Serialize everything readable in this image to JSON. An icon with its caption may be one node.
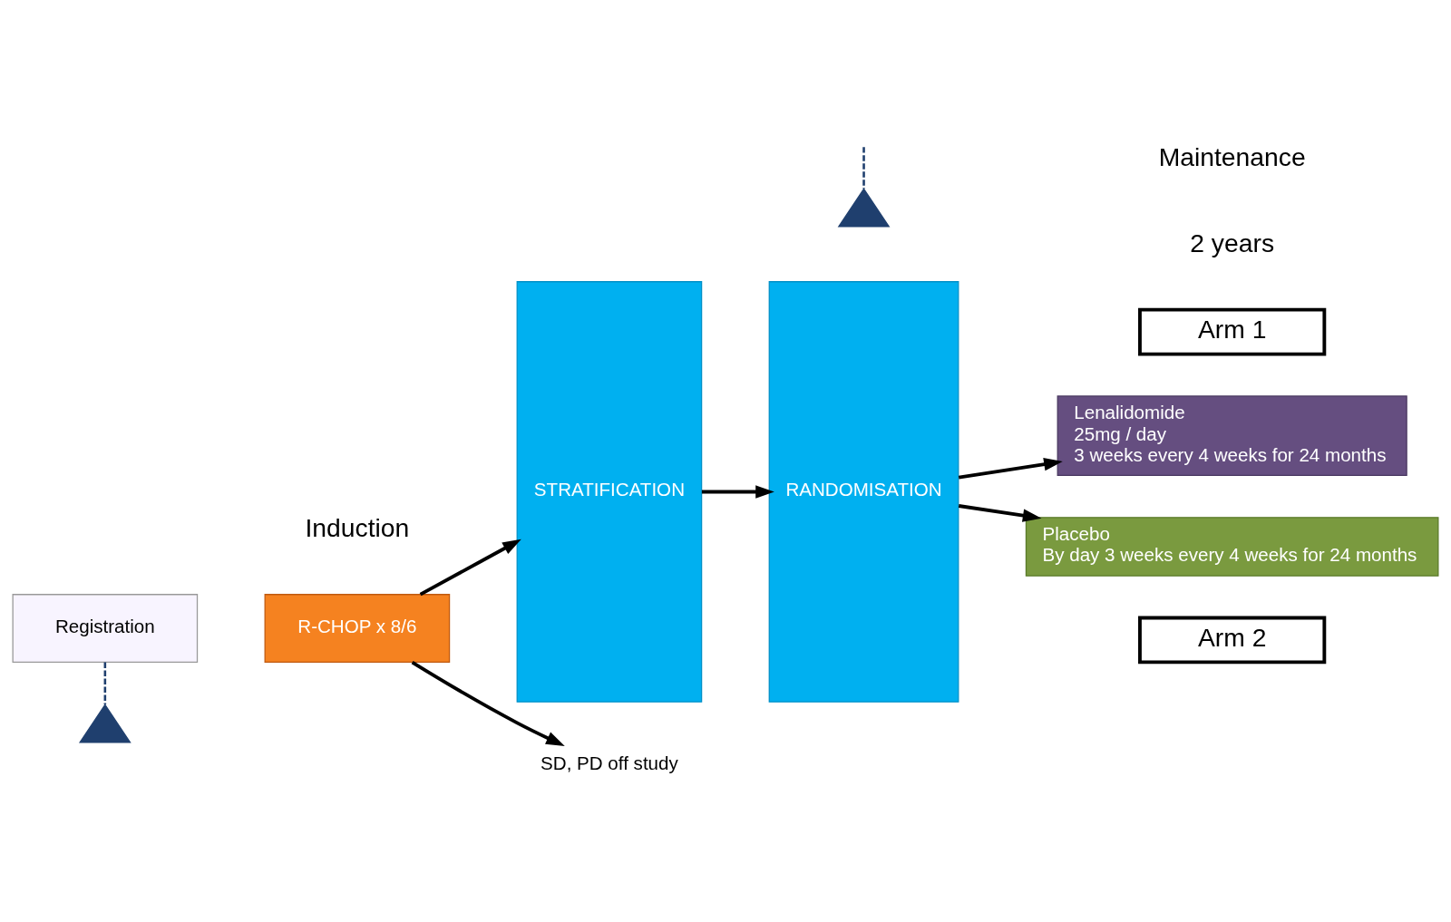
{
  "diagram": {
    "nodes": [
      {
        "text": [
          "Registration"
        ]
      },
      {
        "text": [
          "R-CHOP x 8/6"
        ]
      },
      {
        "text": [
          "STRATIFICATION"
        ]
      },
      {
        "text": [
          "SD, PD off study"
        ]
      },
      {
        "text": [
          "RANDOMISATION"
        ]
      },
      {
        "text": [
          "Arm 1"
        ]
      },
      {
        "text": [
          "Lenalidomide",
          "25mg / day",
          "3 weeks every 4 weeks for 24 months"
        ]
      },
      {
        "text": [
          "Placebo",
          "By day 3 weeks every 4 weeks for 24 months"
        ]
      },
      {
        "text": [
          "Arm 2"
        ]
      },
      {
        "text": [],
        "shape": "triangle"
      },
      {
        "text": [],
        "shape": "triangle"
      }
    ],
    "edges": [
      {
        "from": 1,
        "to": 2,
        "arrow": "to"
      },
      {
        "from": 1,
        "to": 3,
        "arrow": "to"
      },
      {
        "from": 2,
        "to": 4,
        "arrow": "to"
      },
      {
        "from": 4,
        "to": 6,
        "arrow": "to"
      },
      {
        "from": 4,
        "to": 7,
        "arrow": "to"
      },
      {
        "from": 0,
        "to": 9,
        "arrow": "none",
        "style": "dashed",
        "color": "#1f3f6e"
      },
      {
        "from": null,
        "to": 10,
        "arrow": "none",
        "style": "dashed",
        "color": "#1f3f6e"
      }
    ],
    "labels": [
      "Induction",
      "Maintenance",
      "2 years"
    ]
  }
}
